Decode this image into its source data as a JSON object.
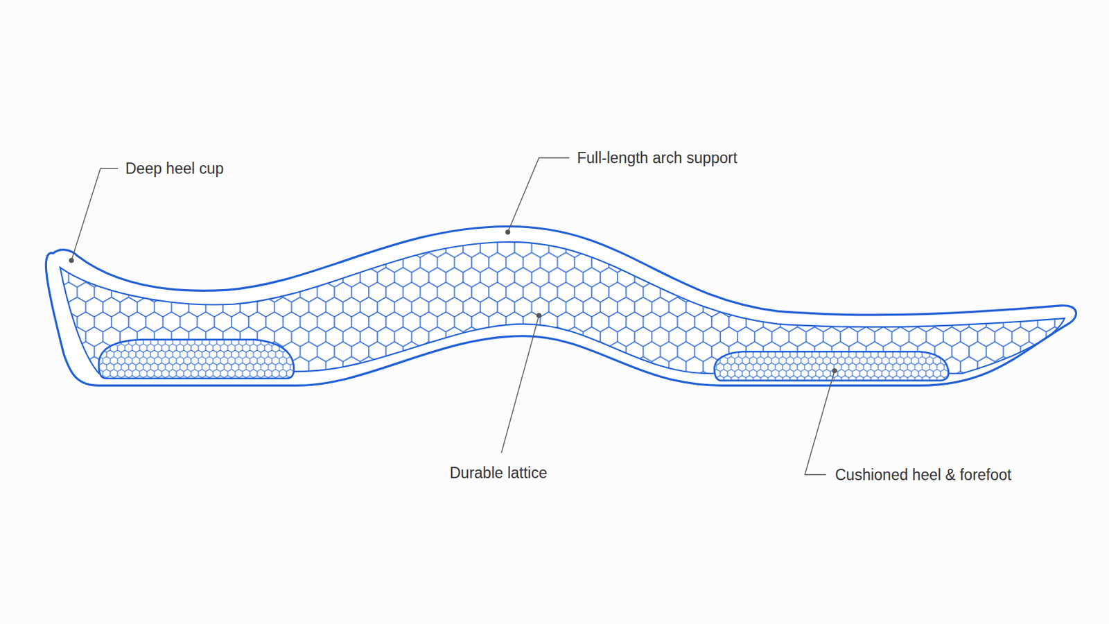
{
  "diagram": {
    "labels": [
      "Deep heel cup",
      "Full-length arch support",
      "Durable lattice",
      "Cushioned heel & forefoot"
    ]
  }
}
